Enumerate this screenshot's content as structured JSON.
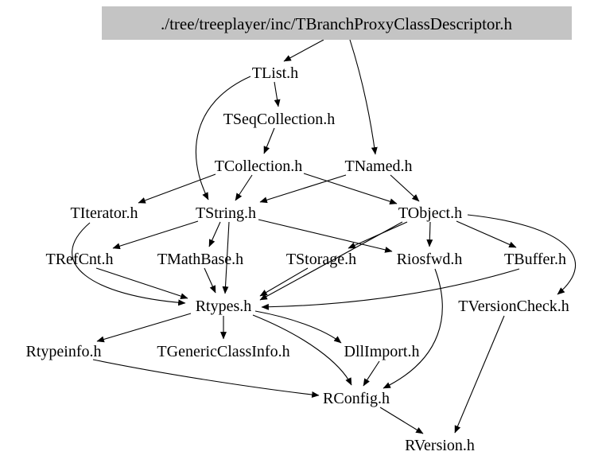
{
  "diagram": {
    "kind": "include-dependency-graph",
    "colors": {
      "background": "#ffffff",
      "root_node_bg": "#c4c4c4",
      "text": "#000000",
      "edge": "#000000"
    },
    "nodes": [
      {
        "id": "root",
        "label": "./tree/treeplayer/inc/TBranchProxyClassDescriptor.h"
      },
      {
        "id": "TList.h",
        "label": "TList.h"
      },
      {
        "id": "TSeqCollection.h",
        "label": "TSeqCollection.h"
      },
      {
        "id": "TCollection.h",
        "label": "TCollection.h"
      },
      {
        "id": "TNamed.h",
        "label": "TNamed.h"
      },
      {
        "id": "TIterator.h",
        "label": "TIterator.h"
      },
      {
        "id": "TString.h",
        "label": "TString.h"
      },
      {
        "id": "TObject.h",
        "label": "TObject.h"
      },
      {
        "id": "TRefCnt.h",
        "label": "TRefCnt.h"
      },
      {
        "id": "TMathBase.h",
        "label": "TMathBase.h"
      },
      {
        "id": "TStorage.h",
        "label": "TStorage.h"
      },
      {
        "id": "Riosfwd.h",
        "label": "Riosfwd.h"
      },
      {
        "id": "TBuffer.h",
        "label": "TBuffer.h"
      },
      {
        "id": "Rtypes.h",
        "label": "Rtypes.h"
      },
      {
        "id": "TVersionCheck.h",
        "label": "TVersionCheck.h"
      },
      {
        "id": "Rtypeinfo.h",
        "label": "Rtypeinfo.h"
      },
      {
        "id": "TGenericClassInfo.h",
        "label": "TGenericClassInfo.h"
      },
      {
        "id": "DllImport.h",
        "label": "DllImport.h"
      },
      {
        "id": "RConfig.h",
        "label": "RConfig.h"
      },
      {
        "id": "RVersion.h",
        "label": "RVersion.h"
      }
    ],
    "edges": [
      {
        "from": "root",
        "to": "TList.h"
      },
      {
        "from": "root",
        "to": "TNamed.h"
      },
      {
        "from": "TList.h",
        "to": "TSeqCollection.h"
      },
      {
        "from": "TList.h",
        "to": "TString.h"
      },
      {
        "from": "TSeqCollection.h",
        "to": "TCollection.h"
      },
      {
        "from": "TCollection.h",
        "to": "TIterator.h"
      },
      {
        "from": "TCollection.h",
        "to": "TString.h"
      },
      {
        "from": "TCollection.h",
        "to": "TObject.h"
      },
      {
        "from": "TNamed.h",
        "to": "TString.h"
      },
      {
        "from": "TNamed.h",
        "to": "TObject.h"
      },
      {
        "from": "TString.h",
        "to": "TRefCnt.h"
      },
      {
        "from": "TString.h",
        "to": "TMathBase.h"
      },
      {
        "from": "TString.h",
        "to": "Riosfwd.h"
      },
      {
        "from": "TString.h",
        "to": "Rtypes.h"
      },
      {
        "from": "TIterator.h",
        "to": "Rtypes.h"
      },
      {
        "from": "TRefCnt.h",
        "to": "Rtypes.h"
      },
      {
        "from": "TMathBase.h",
        "to": "Rtypes.h"
      },
      {
        "from": "TStorage.h",
        "to": "Rtypes.h"
      },
      {
        "from": "TObject.h",
        "to": "TStorage.h"
      },
      {
        "from": "TObject.h",
        "to": "Riosfwd.h"
      },
      {
        "from": "TObject.h",
        "to": "TBuffer.h"
      },
      {
        "from": "TObject.h",
        "to": "Rtypes.h"
      },
      {
        "from": "TObject.h",
        "to": "TVersionCheck.h"
      },
      {
        "from": "TBuffer.h",
        "to": "Rtypes.h"
      },
      {
        "from": "Riosfwd.h",
        "to": "RConfig.h"
      },
      {
        "from": "Rtypes.h",
        "to": "Rtypeinfo.h"
      },
      {
        "from": "Rtypes.h",
        "to": "TGenericClassInfo.h"
      },
      {
        "from": "Rtypes.h",
        "to": "DllImport.h"
      },
      {
        "from": "Rtypes.h",
        "to": "RConfig.h"
      },
      {
        "from": "Rtypeinfo.h",
        "to": "RConfig.h"
      },
      {
        "from": "DllImport.h",
        "to": "RConfig.h"
      },
      {
        "from": "RConfig.h",
        "to": "RVersion.h"
      },
      {
        "from": "TVersionCheck.h",
        "to": "RVersion.h"
      }
    ]
  }
}
